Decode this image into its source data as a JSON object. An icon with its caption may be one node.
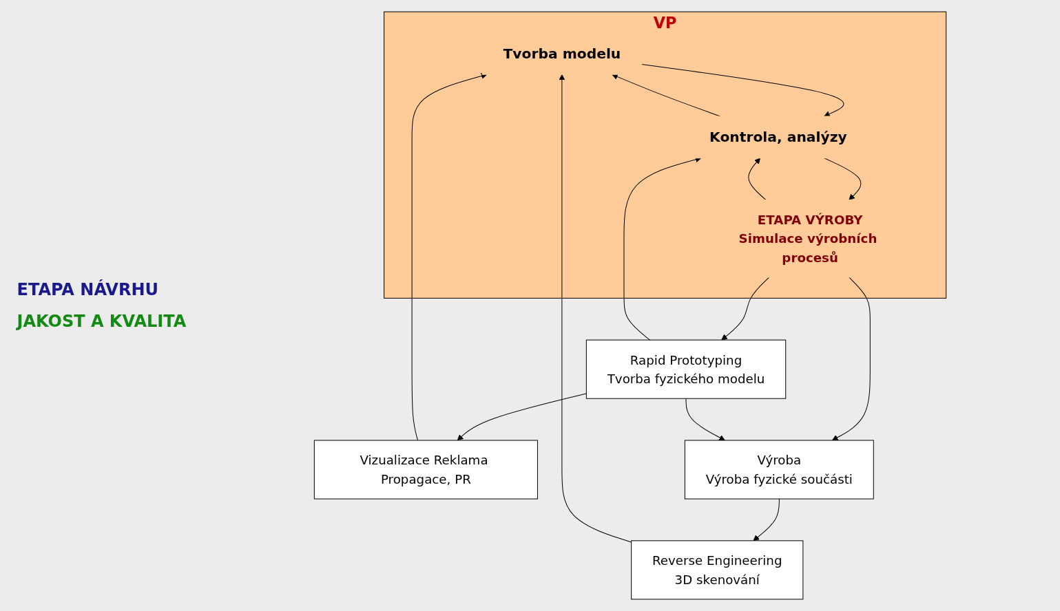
{
  "diagram": {
    "nodes": [
      {
        "text": [
          "VP"
        ]
      },
      {
        "text": [
          "Tvorba modelu"
        ],
        "in": 0
      },
      {
        "text": [
          "Kontrola, analýzy"
        ],
        "in": 0
      },
      {
        "text": [
          "ETAPA VÝROBY",
          "Simulace výrobních procesů"
        ],
        "in": 0
      },
      {
        "text": [
          "Rapid Prototyping",
          "Tvorba fyzického modelu"
        ]
      },
      {
        "text": [
          "Vizualizace Reklama Propagace, PR"
        ]
      },
      {
        "text": [
          "Výroba",
          "Výroba fyzické součásti"
        ]
      },
      {
        "text": [
          "Reverse Engineering",
          "3D skenování"
        ]
      }
    ],
    "edges": [
      {
        "from": 2,
        "to": 1,
        "arrow": "to"
      },
      {
        "from": 1,
        "to": 2,
        "arrow": "to"
      },
      {
        "from": 2,
        "to": 3,
        "arrow": "to"
      },
      {
        "from": 3,
        "to": 2,
        "arrow": "to"
      },
      {
        "from": 3,
        "to": 4,
        "arrow": "to"
      },
      {
        "from": 3,
        "to": 6,
        "arrow": "to"
      },
      {
        "from": 4,
        "to": 2,
        "arrow": "to"
      },
      {
        "from": 4,
        "to": 5,
        "arrow": "to"
      },
      {
        "from": 4,
        "to": 6,
        "arrow": "to"
      },
      {
        "from": 5,
        "to": 1,
        "arrow": "to"
      },
      {
        "from": 6,
        "to": 7,
        "arrow": "to"
      },
      {
        "from": 7,
        "to": 1,
        "arrow": "to"
      }
    ],
    "labels": [
      "ETAPA NÁVRHU",
      "JAKOST A KVALITA"
    ]
  }
}
